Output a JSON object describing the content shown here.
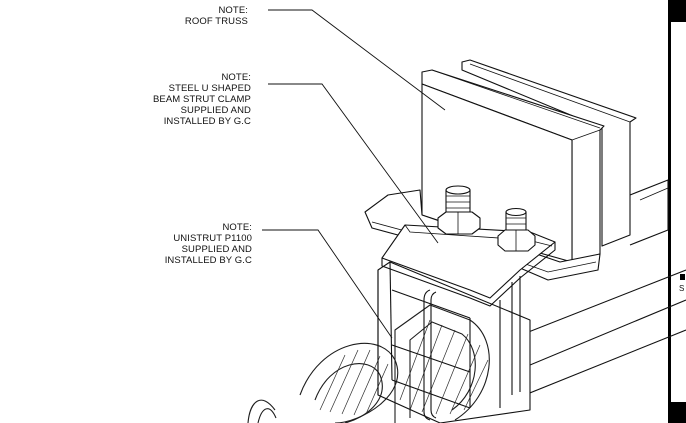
{
  "notes": [
    {
      "lines": [
        "NOTE:",
        "ROOF TRUSS"
      ]
    },
    {
      "lines": [
        "NOTE:",
        "STEEL U SHAPED",
        "BEAM STRUT CLAMP",
        "SUPPLIED AND",
        "INSTALLED BY G.C"
      ]
    },
    {
      "lines": [
        "NOTE:",
        "UNISTRUT P1100",
        "SUPPLIED AND",
        "INSTALLED BY G.C"
      ]
    }
  ],
  "edge_text": "S"
}
